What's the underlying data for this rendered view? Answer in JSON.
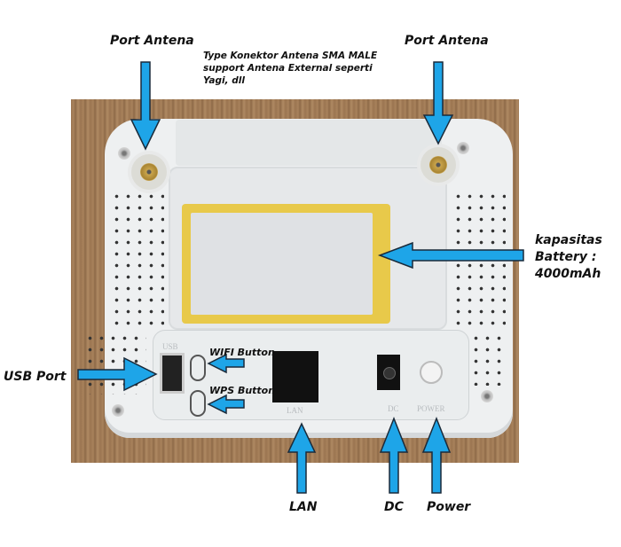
{
  "labels": {
    "port_antena_left": "Port Antena",
    "port_antena_right": "Port Antena",
    "connector_note": [
      "Type Konektor Antena SMA MALE",
      "support Antena External seperti",
      "Yagi, dll"
    ],
    "battery": [
      "kapasitas",
      "Battery :",
      "4000mAh"
    ],
    "usb_port": "USB Port",
    "wifi_button": "WIFI Button",
    "wps_button": "WPS Button",
    "lan": "LAN",
    "dc": "DC",
    "power": "Power"
  },
  "device_port_labels": {
    "usb": "USB",
    "lan": "LAN",
    "dc": "DC",
    "power": "POWER"
  },
  "colors": {
    "arrow_fill": "#1ea5e8",
    "arrow_stroke": "#1a2a3a"
  }
}
